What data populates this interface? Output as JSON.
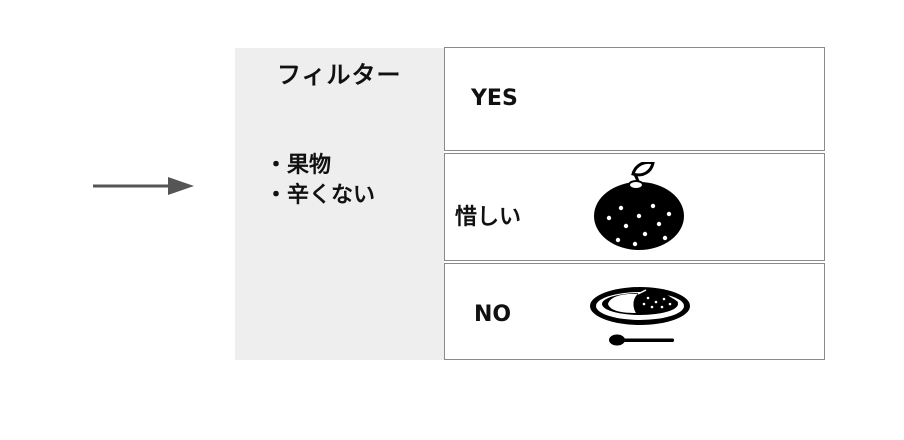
{
  "filter": {
    "title": "フィルター",
    "criteria": [
      "果物",
      "辛くない"
    ]
  },
  "outcomes": [
    {
      "label": "YES",
      "icon": ""
    },
    {
      "label": "惜しい",
      "icon": "orange-icon"
    },
    {
      "label": "NO",
      "icon": "curry-rice-icon"
    }
  ],
  "colors": {
    "panel_bg": "#eeeeee",
    "box_border": "#8a8a8a",
    "arrow": "#555555",
    "icon": "#000000"
  }
}
